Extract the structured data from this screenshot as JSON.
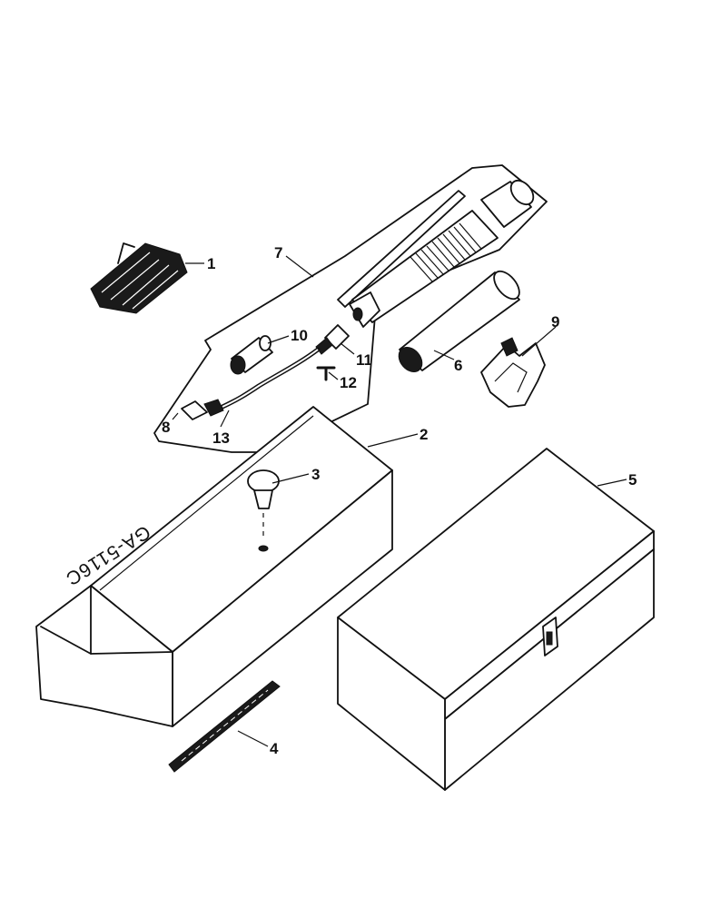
{
  "diagram": {
    "drawing_code": "GA-5116C",
    "parts": [
      {
        "id": "1",
        "label": "1",
        "icon": "tool-roll-icon"
      },
      {
        "id": "2",
        "label": "2",
        "icon": "tool-box-tray-icon"
      },
      {
        "id": "3",
        "label": "3",
        "icon": "knob-icon"
      },
      {
        "id": "4",
        "label": "4",
        "icon": "bar-icon"
      },
      {
        "id": "5",
        "label": "5",
        "icon": "tool-chest-icon"
      },
      {
        "id": "6",
        "label": "6",
        "icon": "cartridge-tube-icon"
      },
      {
        "id": "7",
        "label": "7",
        "icon": "grease-gun-kit-icon"
      },
      {
        "id": "8",
        "label": "8",
        "icon": "coupler-icon"
      },
      {
        "id": "9",
        "label": "9",
        "icon": "clip-bracket-icon"
      },
      {
        "id": "10",
        "label": "10",
        "icon": "adapter-icon"
      },
      {
        "id": "11",
        "label": "11",
        "icon": "fitting-icon"
      },
      {
        "id": "12",
        "label": "12",
        "icon": "pin-icon"
      },
      {
        "id": "13",
        "label": "13",
        "icon": "hose-icon"
      }
    ]
  }
}
